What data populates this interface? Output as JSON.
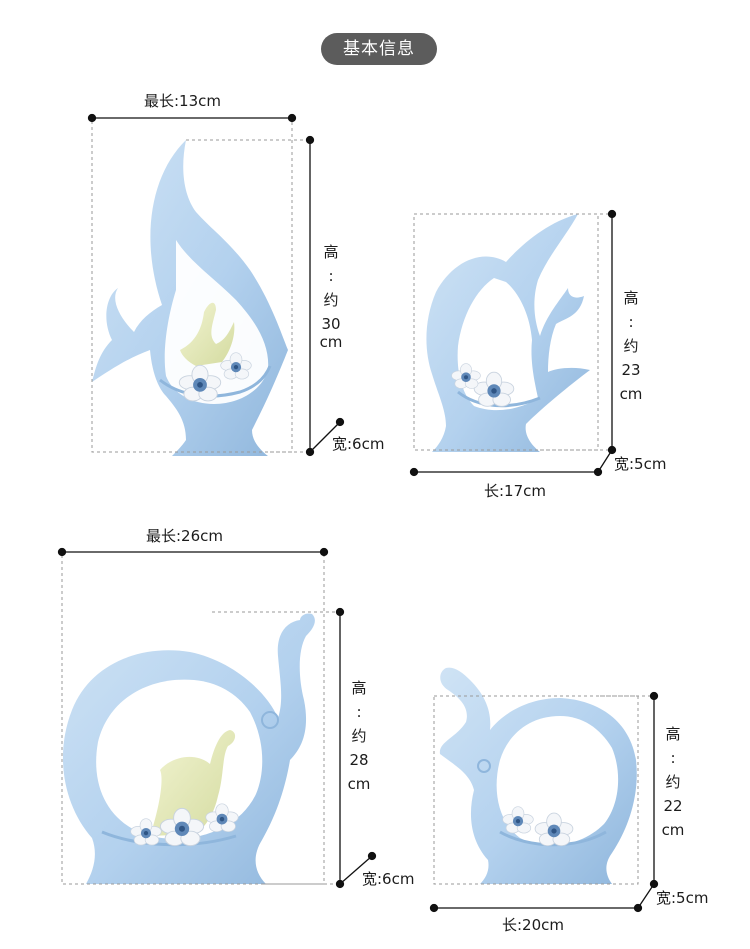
{
  "header": {
    "title": "基本信息"
  },
  "products": [
    {
      "length_label": "最长:13cm",
      "height": {
        "label": "高",
        "sep": ":",
        "approx": "约",
        "value": "30",
        "unit": "cm"
      },
      "width_label": "宽:6cm"
    },
    {
      "length_label": "长:17cm",
      "height": {
        "label": "高",
        "sep": ":",
        "approx": "约",
        "value": "23",
        "unit": "cm"
      },
      "width_label": "宽:5cm"
    },
    {
      "length_label": "最长:26cm",
      "height": {
        "label": "高",
        "sep": ":",
        "approx": "约",
        "value": "28",
        "unit": "cm"
      },
      "width_label": "宽:6cm"
    },
    {
      "length_label": "长:20cm",
      "height": {
        "label": "高",
        "sep": ":",
        "approx": "约",
        "value": "22",
        "unit": "cm"
      },
      "width_label": "宽:5cm"
    }
  ],
  "colors": {
    "ceramic": "#b6d4ee",
    "ceramic_shade": "#98bde0",
    "accent": "#e6ebb8",
    "flower": "#f4f6f9",
    "flower_center": "#5f88b8",
    "badge": "#5c5c5c"
  }
}
